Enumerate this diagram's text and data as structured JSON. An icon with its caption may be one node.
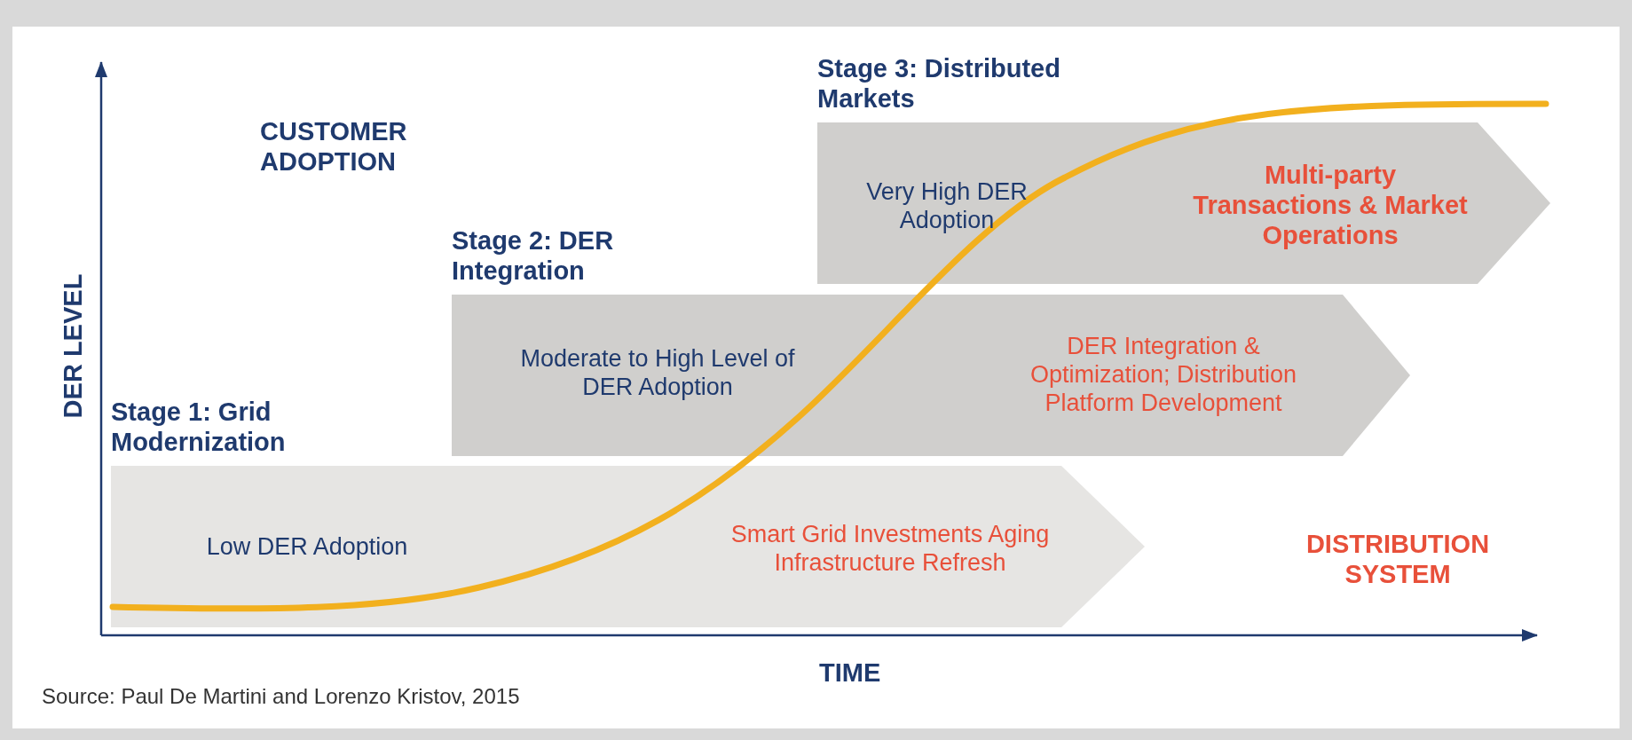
{
  "diagram": {
    "caption": "Source: Paul De Martini and Lorenzo Kristov, 2015",
    "nodes": [
      {
        "text": [
          "Stage 1: Grid Modernization",
          "Low DER Adoption",
          "Smart Grid Investments Aging Infrastructure Refresh"
        ]
      },
      {
        "text": [
          "Stage 2: DER Integration",
          "Moderate to High Level of DER Adoption",
          "DER Integration & Optimization; Distribution Platform Development"
        ]
      },
      {
        "text": [
          "Stage 3: Distributed Markets",
          "Very High DER Adoption",
          "Multi-party Transactions & Market Operations"
        ]
      }
    ],
    "edges": [],
    "labels": [
      "CUSTOMER ADOPTION",
      "DER LEVEL",
      "DISTRIBUTION SYSTEM",
      "TIME"
    ]
  }
}
